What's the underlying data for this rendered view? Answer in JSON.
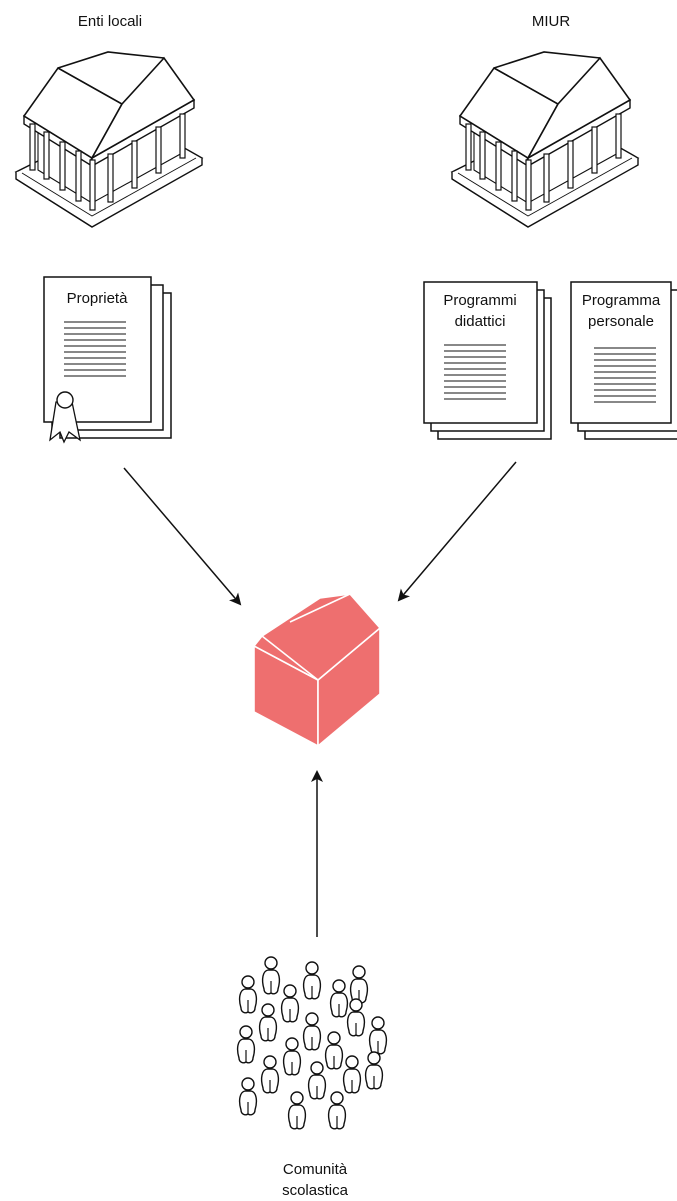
{
  "top_labels": {
    "left": "Enti locali",
    "right": "MIUR"
  },
  "documents": {
    "property": "Proprietà",
    "teaching_programs_line1": "Programmi",
    "teaching_programs_line2": "didattici",
    "staff_program_line1": "Programma",
    "staff_program_line2": "personale"
  },
  "bottom_label": {
    "line1": "Comunità",
    "line2": "scolastica"
  },
  "colors": {
    "school_fill": "#ee6f6f",
    "school_stroke": "#ffffff",
    "line": "#111111"
  },
  "icons": {
    "left_building": "government-building-icon",
    "right_building": "government-building-icon",
    "school": "school-house-icon",
    "community": "people-group-icon"
  }
}
